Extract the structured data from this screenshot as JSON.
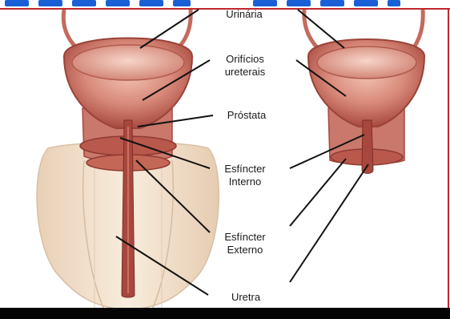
{
  "labels": {
    "urinaria": "Urinária",
    "orificios_1": "Orifícios",
    "orificios_2": "ureterais",
    "prostata": "Próstata",
    "esf_interno_1": "Esfíncter",
    "esf_interno_2": "Interno",
    "esf_externo_1": "Esfíncter",
    "esf_externo_2": "Externo",
    "uretra": "Uretra"
  },
  "colors": {
    "bladder": "#d98a7a",
    "bladder_dark": "#b8564a",
    "bladder_inner": "#e9b3a3",
    "frame_red": "#c0272d",
    "banner_blue": "#1a5fd6",
    "skin": "#f3e2cd",
    "bar": "#050505"
  }
}
